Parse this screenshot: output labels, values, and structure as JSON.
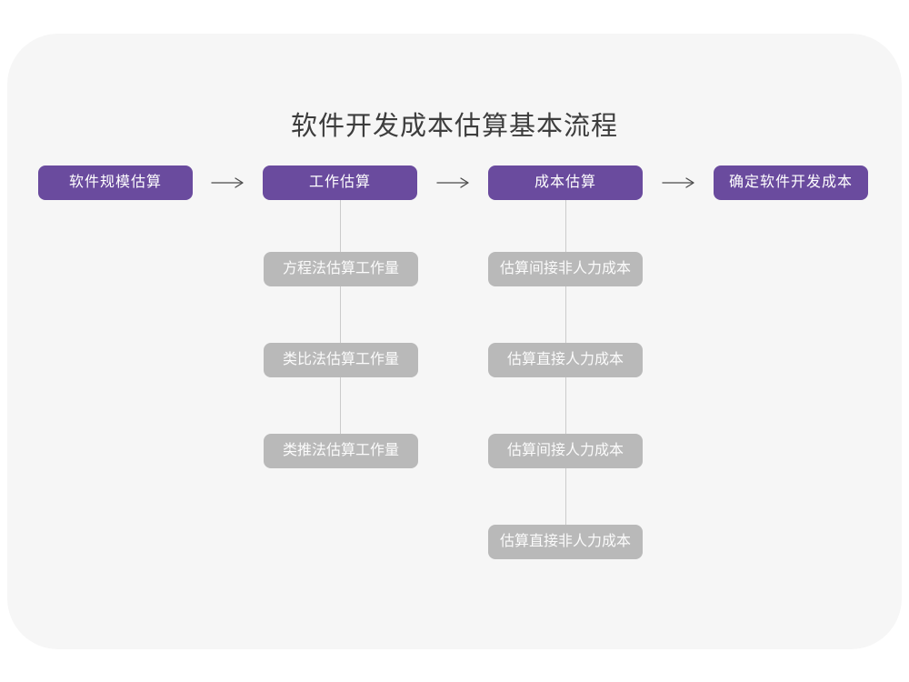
{
  "title": "软件开发成本估算基本流程",
  "colors": {
    "accent_purple": "#6a4b9e",
    "node_gray": "#b9b9b9",
    "card_background": "#f6f6f6",
    "connector_line": "#cbcbcb",
    "arrow": "#4a4a4a",
    "title_text": "#3d3d3d",
    "node_text": "#ffffff"
  },
  "icons": {
    "flow_arrow": "right-arrow"
  },
  "flow": {
    "stages": [
      {
        "label": "软件规模估算",
        "children": []
      },
      {
        "label": "工作估算",
        "children": [
          "方程法估算工作量",
          "类比法估算工作量",
          "类推法估算工作量"
        ]
      },
      {
        "label": "成本估算",
        "children": [
          "估算间接非人力成本",
          "估算直接人力成本",
          "估算间接人力成本",
          "估算直接非人力成本"
        ]
      },
      {
        "label": "确定软件开发成本",
        "children": []
      }
    ]
  }
}
